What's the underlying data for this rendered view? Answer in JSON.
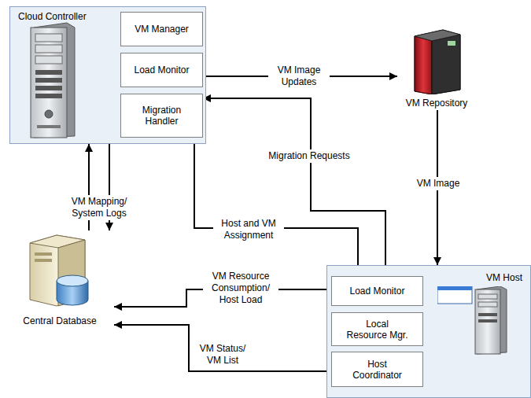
{
  "diagram": {
    "nodes": [
      {
        "text": [
          "Cloud Controller"
        ]
      },
      {
        "text": [
          "VM Manager"
        ],
        "in": 0
      },
      {
        "text": [
          "Load Monitor"
        ],
        "in": 0
      },
      {
        "text": [
          "Migration Handler"
        ],
        "in": 0
      },
      {
        "text": [
          "VM Repository"
        ]
      },
      {
        "text": [
          "Central Database"
        ]
      },
      {
        "text": [
          "VM Host"
        ]
      },
      {
        "text": [
          "Load Monitor"
        ],
        "in": 6
      },
      {
        "text": [
          "Local Resource Mgr."
        ],
        "in": 6
      },
      {
        "text": [
          "Host Coordinator"
        ],
        "in": 6
      }
    ],
    "edges": [
      {
        "from": 0,
        "to": 4,
        "label": "VM Image Updates",
        "arrow": "to"
      },
      {
        "from": 4,
        "to": 6,
        "label": "VM Image",
        "arrow": "to"
      },
      {
        "from": 5,
        "to": 0,
        "label": "VM Mapping/ System Logs",
        "arrow": "to"
      },
      {
        "from": 0,
        "to": 5,
        "arrow": "to"
      },
      {
        "from": 0,
        "to": 7,
        "label": "Host and VM Assignment",
        "arrow": "to"
      },
      {
        "from": 7,
        "to": 3,
        "label": "Migration Requests",
        "arrow": "to"
      },
      {
        "from": 7,
        "to": 5,
        "label": "VM Resource Consumption/ Host Load",
        "arrow": "to"
      },
      {
        "from": 9,
        "to": 5,
        "label": "VM Status/ VM List",
        "arrow": "to"
      }
    ]
  }
}
